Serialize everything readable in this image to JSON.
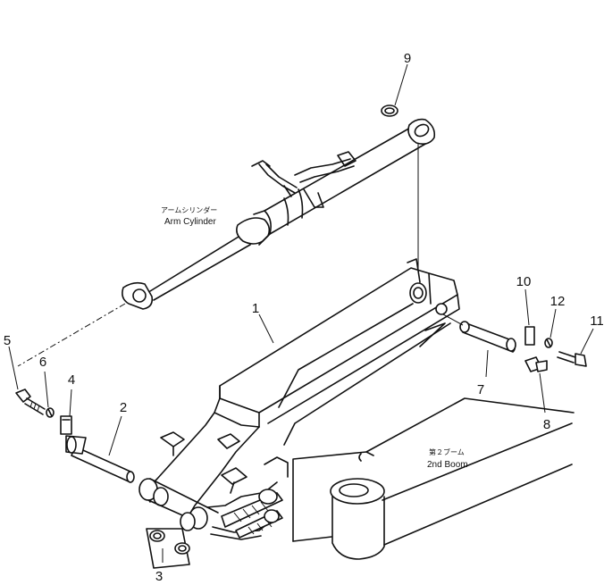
{
  "callouts": {
    "n1": "1",
    "n2": "2",
    "n3": "3",
    "n4": "4",
    "n5": "5",
    "n6": "6",
    "n7": "7",
    "n8": "8",
    "n9": "9",
    "n10": "10",
    "n11": "11",
    "n12": "12"
  },
  "labels": {
    "arm_cylinder_jp": "アームシリンダー",
    "arm_cylinder_en": "Arm Cylinder",
    "second_boom_jp": "第２ブーム",
    "second_boom_en": "2nd Boom"
  }
}
